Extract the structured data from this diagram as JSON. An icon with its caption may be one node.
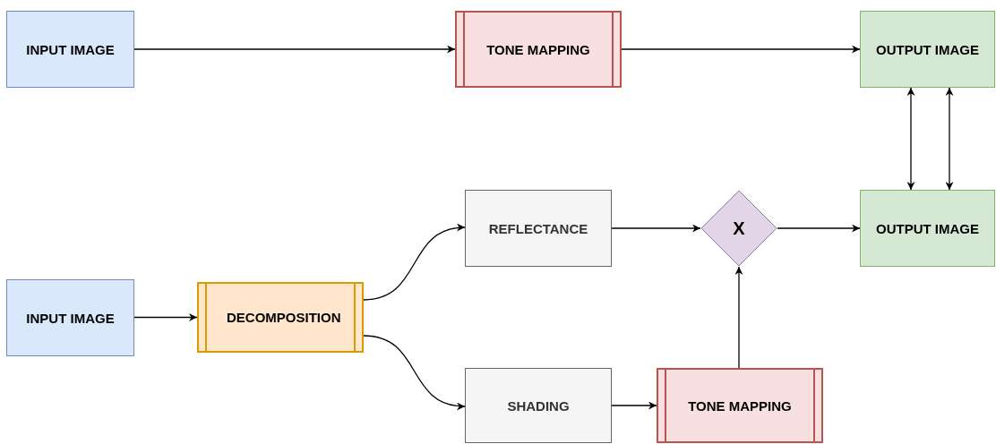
{
  "diagram": {
    "nodes": [
      {
        "text": [
          "INPUT IMAGE"
        ]
      },
      {
        "text": [
          "TONE MAPPING"
        ]
      },
      {
        "text": [
          "OUTPUT IMAGE"
        ]
      },
      {
        "text": [
          "INPUT IMAGE"
        ]
      },
      {
        "text": [
          "DECOMPOSITION"
        ]
      },
      {
        "text": [
          "REFLECTANCE"
        ]
      },
      {
        "text": [
          "X"
        ]
      },
      {
        "text": [
          "OUTPUT IMAGE"
        ]
      },
      {
        "text": [
          "SHADING"
        ]
      },
      {
        "text": [
          "TONE MAPPING"
        ]
      }
    ],
    "edges": [
      {
        "from": 0,
        "to": 1,
        "arrow": "to"
      },
      {
        "from": 1,
        "to": 2,
        "arrow": "to"
      },
      {
        "from": 2,
        "to": 7,
        "arrow": "both"
      },
      {
        "from": 2,
        "to": 7,
        "arrow": "both"
      },
      {
        "from": 3,
        "to": 4,
        "arrow": "to"
      },
      {
        "from": 4,
        "to": 5,
        "arrow": "to"
      },
      {
        "from": 4,
        "to": 8,
        "arrow": "to"
      },
      {
        "from": 5,
        "to": 6,
        "arrow": "to"
      },
      {
        "from": 6,
        "to": 7,
        "arrow": "to"
      },
      {
        "from": 8,
        "to": 9,
        "arrow": "to"
      },
      {
        "from": 9,
        "to": 6,
        "arrow": "to"
      }
    ]
  }
}
